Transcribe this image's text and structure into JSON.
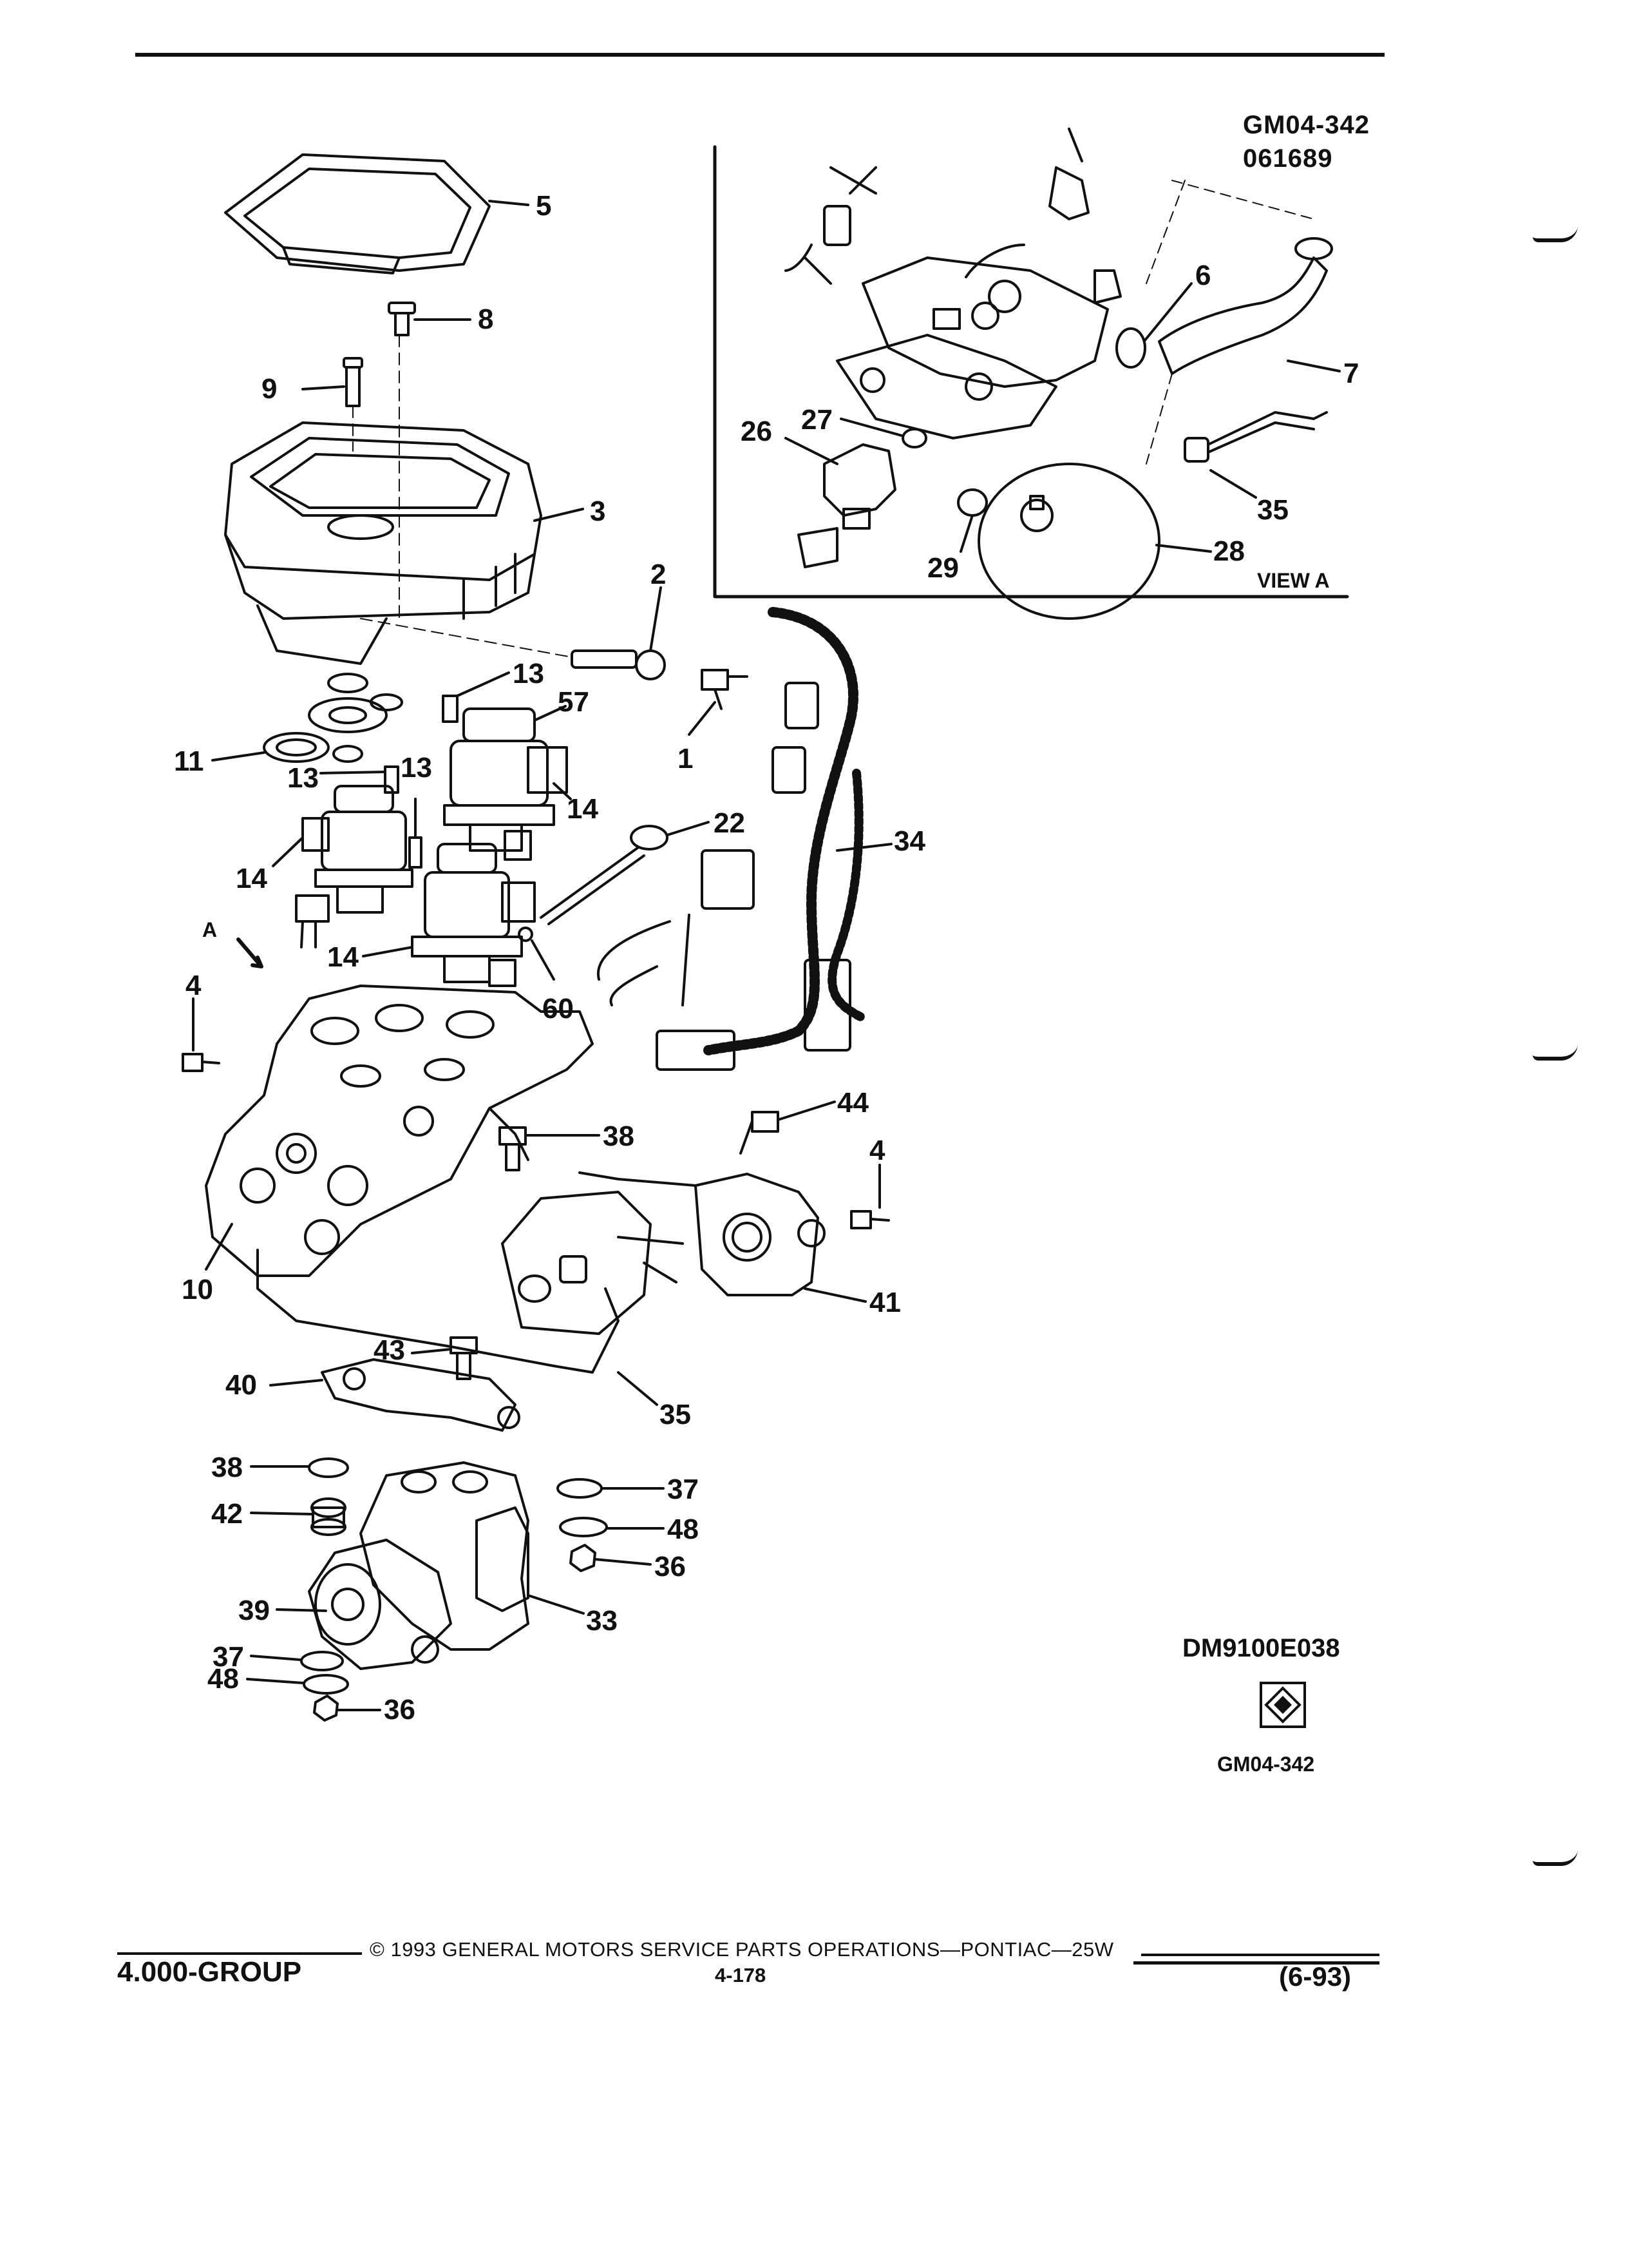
{
  "header": {
    "figure_code": "GM04-342",
    "figure_number": "061689"
  },
  "view": {
    "label": "VIEW A"
  },
  "callouts": {
    "c1": "1",
    "c2": "2",
    "c3": "3",
    "c4a": "4",
    "c4b": "4",
    "c5": "5",
    "c6": "6",
    "c7": "7",
    "c8": "8",
    "c9": "9",
    "c10": "10",
    "c11": "11",
    "c13a": "13",
    "c13b": "13",
    "c13c": "13",
    "c14a": "14",
    "c14b": "14",
    "c14c": "14",
    "c22": "22",
    "c26": "26",
    "c27": "27",
    "c28": "28",
    "c29": "29",
    "c33": "33",
    "c34": "34",
    "c35a": "35",
    "c35b": "35",
    "c36a": "36",
    "c36b": "36",
    "c37a": "37",
    "c37b": "37",
    "c38a": "38",
    "c38b": "38",
    "c39": "39",
    "c40": "40",
    "c41": "41",
    "c42": "42",
    "c43": "43",
    "c44": "44",
    "c48a": "48",
    "c48b": "48",
    "c57": "57",
    "c60": "60",
    "arrowA": "A"
  },
  "illustration": {
    "drawing_number": "DM9100E038",
    "figure_code_bottom": "GM04-342"
  },
  "footer": {
    "group": "4.000-GROUP",
    "copyright": "© 1993 GENERAL MOTORS SERVICE PARTS OPERATIONS—PONTIAC—25W",
    "page": "4-178",
    "revision": "(6-93)"
  }
}
